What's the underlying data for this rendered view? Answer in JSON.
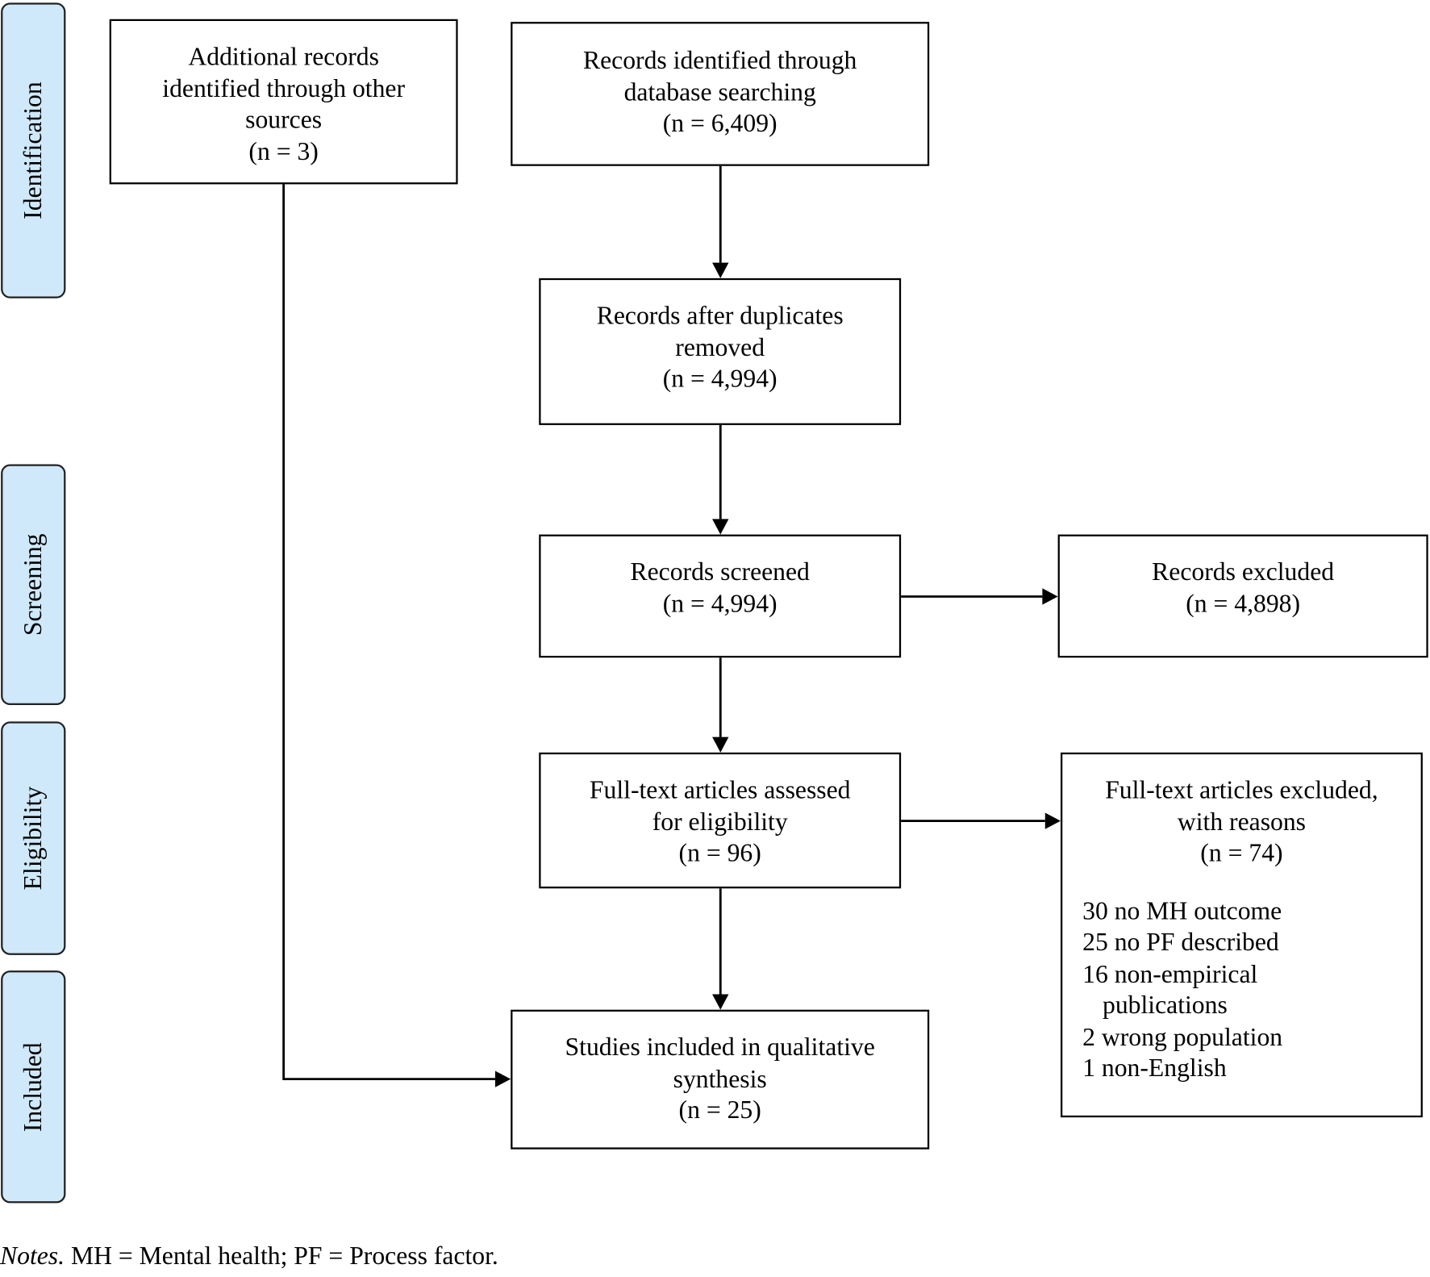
{
  "phases": {
    "identification": "Identification",
    "screening": "Screening",
    "eligibility": "Eligibility",
    "included": "Included"
  },
  "boxes": {
    "other_sources": {
      "lines": [
        "Additional records",
        "identified through other",
        "sources",
        "(n = 3)"
      ]
    },
    "database": {
      "lines": [
        "Records identified through",
        "database searching",
        "(n = 6,409)"
      ]
    },
    "duplicates_removed": {
      "lines": [
        "Records after duplicates",
        "removed",
        "(n = 4,994)"
      ]
    },
    "screened": {
      "lines": [
        "Records screened",
        "(n = 4,994)"
      ]
    },
    "excluded": {
      "lines": [
        "Records excluded",
        "(n = 4,898)"
      ]
    },
    "fulltext_assessed": {
      "lines": [
        "Full-text articles assessed",
        "for eligibility",
        "(n = 96)"
      ]
    },
    "fulltext_excluded": {
      "lines": [
        "Full-text articles excluded,",
        "with reasons",
        "(n = 74)"
      ],
      "reasons": [
        "30 no MH outcome",
        "25 no PF described",
        "16 non-empirical",
        "publications",
        "2 wrong population",
        "1 non-English"
      ]
    },
    "included": {
      "lines": [
        "Studies included in qualitative",
        "synthesis",
        "(n = 25)"
      ]
    }
  },
  "notes": {
    "label": "Notes.",
    "text": " MH = Mental health; PF = Process factor."
  }
}
